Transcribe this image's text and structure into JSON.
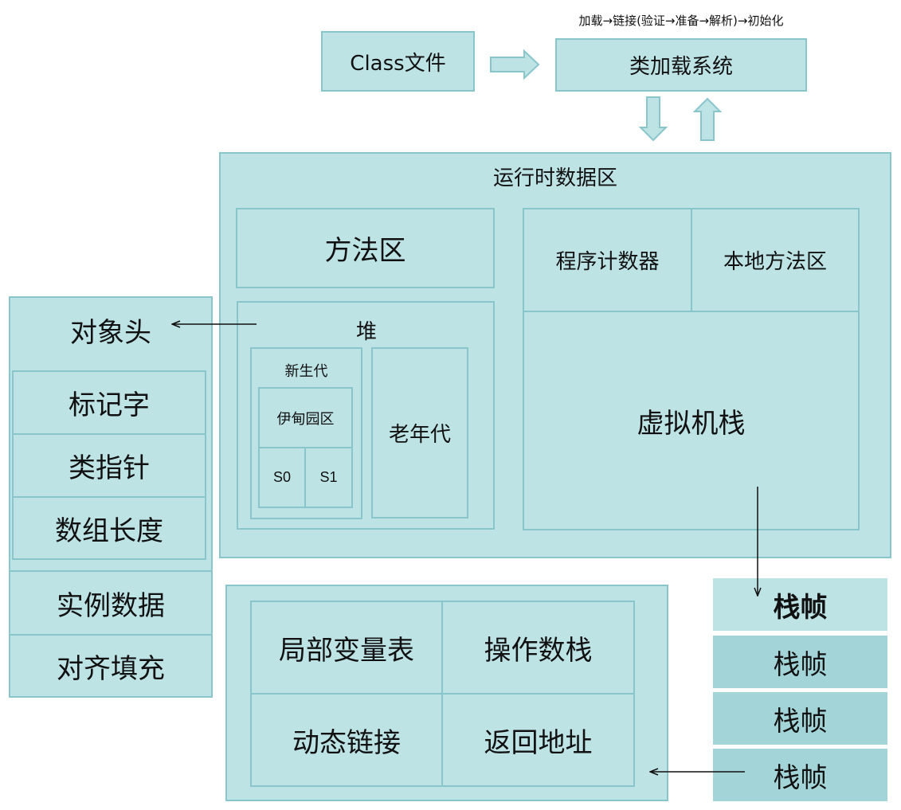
{
  "caption": "加载→链接(验证→准备→解析)→初始化",
  "class_file": "Class文件",
  "class_loader": "类加载系统",
  "runtime_area": {
    "title": "运行时数据区",
    "method_area": "方法区",
    "heap": {
      "title": "堆",
      "young_gen": "新生代",
      "eden": "伊甸园区",
      "s0": "S0",
      "s1": "S1",
      "old_gen": "老年代"
    },
    "pc_register": "程序计数器",
    "native_method_area": "本地方法区",
    "vm_stack": "虚拟机栈"
  },
  "object_layout": {
    "header": "对象头",
    "mark_word": "标记字",
    "class_pointer": "类指针",
    "array_length": "数组长度",
    "instance_data": "实例数据",
    "padding": "对齐填充"
  },
  "stack_frame": {
    "local_variables": "局部变量表",
    "operand_stack": "操作数栈",
    "dynamic_linking": "动态链接",
    "return_address": "返回地址"
  },
  "frames": [
    "栈帧",
    "栈帧",
    "栈帧",
    "栈帧"
  ],
  "colors": {
    "fill": "#bde3e5",
    "border": "#89c6cb",
    "frame_dark": "#a3d4d8",
    "text": "#111111"
  }
}
